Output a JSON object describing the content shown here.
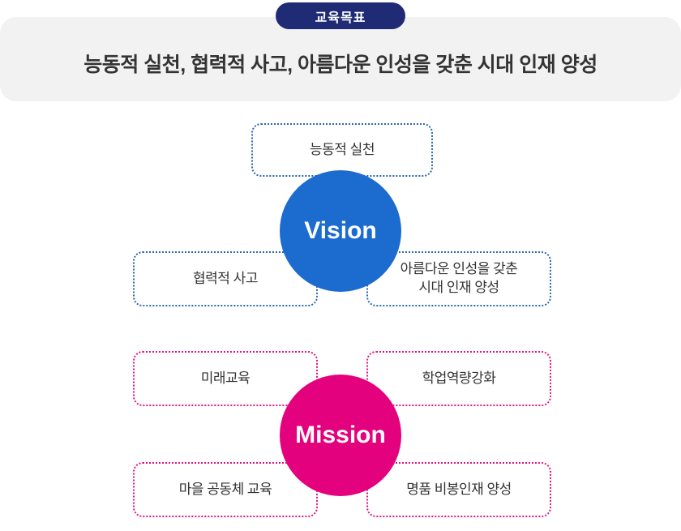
{
  "badge": {
    "label": "교육목표"
  },
  "banner": {
    "title": "능동적 실천, 협력적 사고, 아름다운 인성을 갖춘 시대 인재 양성"
  },
  "vision": {
    "label": "Vision",
    "items": {
      "top": "능동적 실천",
      "left": "협력적 사고",
      "right": "아름다운 인성을 갖춘\n시대 인재 양성"
    }
  },
  "mission": {
    "label": "Mission",
    "items": {
      "top_left": "미래교육",
      "top_right": "학업역량강화",
      "bottom_left": "마을 공동체 교육",
      "bottom_right": "명품 비봉인재 양성"
    }
  },
  "colors": {
    "badge_navy": "#1f2c75",
    "vision_blue": "#1c6bce",
    "vision_border_blue": "#2b66b1",
    "mission_pink": "#e4017d",
    "mission_border_pink": "#e6137f",
    "banner_bg": "#f2f2f2",
    "text": "#333333",
    "page_bg": "#ffffff"
  }
}
